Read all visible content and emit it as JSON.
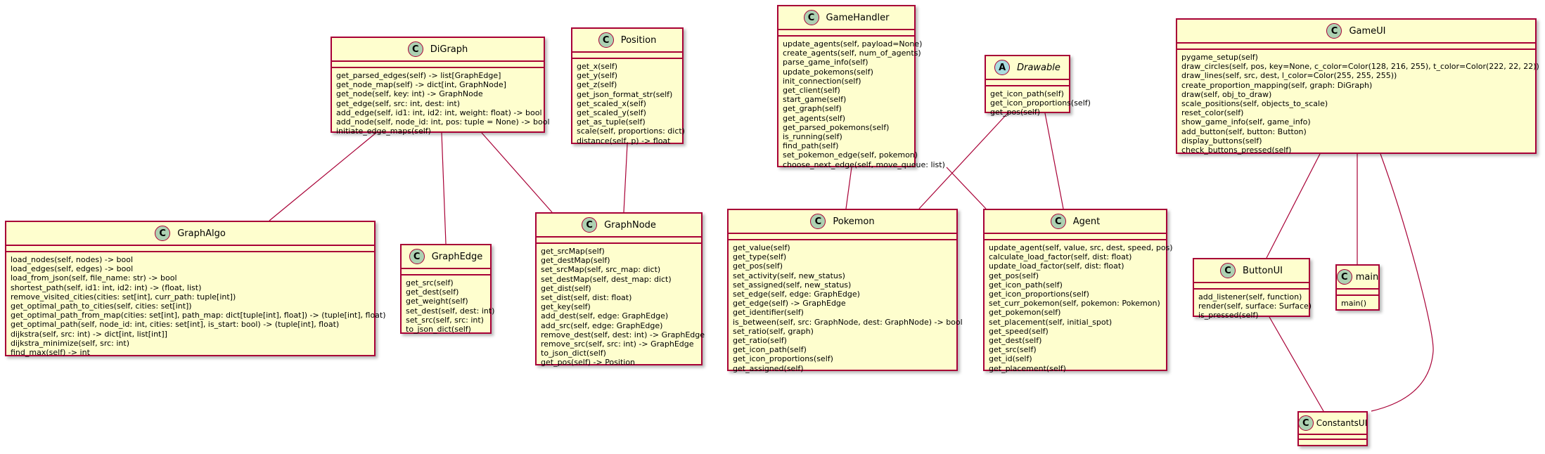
{
  "colors": {
    "fill": "#fefece",
    "border": "#a80036",
    "class_badge": "#add1b2",
    "abstract_badge": "#a9dcdf"
  },
  "classes": {
    "digraph": {
      "name": "DiGraph",
      "stereotype": "C",
      "methods": [
        "get_parsed_edges(self) -> list[GraphEdge]",
        "get_node_map(self) -> dict[int, GraphNode]",
        "get_node(self, key: int) -> GraphNode",
        "get_edge(self, src: int, dest: int)",
        "add_edge(self, id1: int, id2: int, weight: float) -> bool",
        "add_node(self, node_id: int, pos: tuple = None) -> bool",
        "initiate_edge_maps(self)"
      ]
    },
    "position": {
      "name": "Position",
      "stereotype": "C",
      "methods": [
        "get_x(self)",
        "get_y(self)",
        "get_z(self)",
        "get_json_format_str(self)",
        "get_scaled_x(self)",
        "get_scaled_y(self)",
        "get_as_tuple(self)",
        "scale(self, proportions: dict)",
        "distance(self, p) -> float"
      ]
    },
    "gamehandler": {
      "name": "GameHandler",
      "stereotype": "C",
      "methods": [
        "update_agents(self, payload=None)",
        "create_agents(self, num_of_agents)",
        "parse_game_info(self)",
        "update_pokemons(self)",
        "init_connection(self)",
        "get_client(self)",
        "start_game(self)",
        "get_graph(self)",
        "get_agents(self)",
        "get_parsed_pokemons(self)",
        "is_running(self)",
        "find_path(self)",
        "set_pokemon_edge(self, pokemon)",
        "choose_next_edge(self, move_queue: list)"
      ]
    },
    "drawable": {
      "name": "Drawable",
      "stereotype": "A",
      "methods": [
        "get_icon_path(self)",
        "get_icon_proportions(self)",
        "get_pos(self)"
      ]
    },
    "gameui": {
      "name": "GameUI",
      "stereotype": "C",
      "methods": [
        "pygame_setup(self)",
        "draw_circles(self, pos, key=None, c_color=Color(128, 216, 255), t_color=Color(222, 22, 22))",
        "draw_lines(self, src, dest, l_color=Color(255, 255, 255))",
        "create_proportion_mapping(self, graph: DiGraph)",
        "draw(self, obj_to_draw)",
        "scale_positions(self, objects_to_scale)",
        "reset_color(self)",
        "show_game_info(self, game_info)",
        "add_button(self, button: Button)",
        "display_buttons(self)",
        "check_buttons_pressed(self)"
      ]
    },
    "graphalgo": {
      "name": "GraphAlgo",
      "stereotype": "C",
      "methods": [
        "load_nodes(self, nodes) -> bool",
        "load_edges(self, edges) -> bool",
        "load_from_json(self, file_name: str) -> bool",
        "shortest_path(self, id1: int, id2: int) -> (float, list)",
        "remove_visited_cities(cities: set[int], curr_path: tuple[int])",
        "get_optimal_path_to_cities(self, cities: set[int])",
        "get_optimal_path_from_map(cities: set[int], path_map: dict[tuple[int], float]) -> (tuple[int], float)",
        "get_optimal_path(self, node_id: int, cities: set[int], is_start: bool) -> (tuple[int], float)",
        "dijkstra(self, src: int) -> dict[int, list[int]]",
        "dijkstra_minimize(self, src: int)",
        "find_max(self) -> int"
      ]
    },
    "graphedge": {
      "name": "GraphEdge",
      "stereotype": "C",
      "methods": [
        "get_src(self)",
        "get_dest(self)",
        "get_weight(self)",
        "set_dest(self, dest: int)",
        "set_src(self, src: int)",
        "to_json_dict(self)"
      ]
    },
    "graphnode": {
      "name": "GraphNode",
      "stereotype": "C",
      "methods": [
        "get_srcMap(self)",
        "get_destMap(self)",
        "set_srcMap(self, src_map: dict)",
        "set_destMap(self, dest_map: dict)",
        "get_dist(self)",
        "set_dist(self, dist: float)",
        "get_key(self)",
        "add_dest(self, edge: GraphEdge)",
        "add_src(self, edge: GraphEdge)",
        "remove_dest(self, dest: int) -> GraphEdge",
        "remove_src(self, src: int) -> GraphEdge",
        "to_json_dict(self)",
        "get_pos(self) -> Position"
      ]
    },
    "pokemon": {
      "name": "Pokemon",
      "stereotype": "C",
      "methods": [
        "get_value(self)",
        "get_type(self)",
        "get_pos(self)",
        "set_activity(self, new_status)",
        "set_assigned(self, new_status)",
        "set_edge(self, edge: GraphEdge)",
        "get_edge(self) -> GraphEdge",
        "get_identifier(self)",
        "is_between(self, src: GraphNode, dest: GraphNode) -> bool",
        "set_ratio(self, graph)",
        "get_ratio(self)",
        "get_icon_path(self)",
        "get_icon_proportions(self)",
        "get_assigned(self)"
      ]
    },
    "agent": {
      "name": "Agent",
      "stereotype": "C",
      "methods": [
        "update_agent(self, value, src, dest, speed, pos)",
        "calculate_load_factor(self, dist: float)",
        "update_load_factor(self, dist: float)",
        "get_pos(self)",
        "get_icon_path(self)",
        "get_icon_proportions(self)",
        "set_curr_pokemon(self, pokemon: Pokemon)",
        "get_pokemon(self)",
        "set_placement(self, initial_spot)",
        "get_speed(self)",
        "get_dest(self)",
        "get_src(self)",
        "get_id(self)",
        "get_placement(self)"
      ]
    },
    "buttonui": {
      "name": "ButtonUI",
      "stereotype": "C",
      "methods": [
        "add_listener(self, function)",
        "render(self, surface: Surface)",
        "is_pressed(self)"
      ]
    },
    "main": {
      "name": "main",
      "stereotype": "C",
      "methods": [
        "main()"
      ]
    },
    "constantsui": {
      "name": "ConstantsUI",
      "stereotype": "C",
      "methods": []
    }
  }
}
